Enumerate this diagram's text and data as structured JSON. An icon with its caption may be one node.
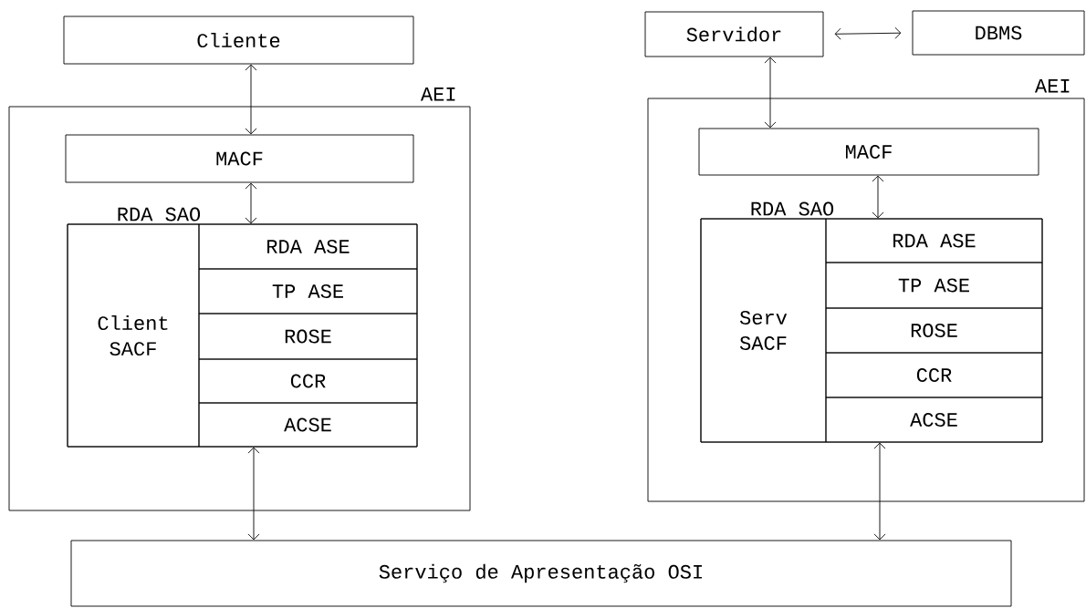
{
  "diagram": {
    "nodes": [
      {
        "text": [
          "Cliente"
        ]
      },
      {
        "text": [
          "AEI"
        ]
      },
      {
        "text": [
          "MACF"
        ],
        "in": 1
      },
      {
        "text": [
          "RDA SAO"
        ],
        "in": 1
      },
      {
        "text": [
          "Client SACF"
        ],
        "in": 3
      },
      {
        "text": [
          "RDA ASE"
        ],
        "in": 3
      },
      {
        "text": [
          "TP ASE"
        ],
        "in": 3
      },
      {
        "text": [
          "ROSE"
        ],
        "in": 3
      },
      {
        "text": [
          "CCR"
        ],
        "in": 3
      },
      {
        "text": [
          "ACSE"
        ],
        "in": 3
      },
      {
        "text": [
          "Servidor"
        ]
      },
      {
        "text": [
          "DBMS"
        ]
      },
      {
        "text": [
          "AEI"
        ]
      },
      {
        "text": [
          "MACF"
        ],
        "in": 12
      },
      {
        "text": [
          "RDA SAO"
        ],
        "in": 12
      },
      {
        "text": [
          "Serv SACF"
        ],
        "in": 14
      },
      {
        "text": [
          "RDA ASE"
        ],
        "in": 14
      },
      {
        "text": [
          "TP ASE"
        ],
        "in": 14
      },
      {
        "text": [
          "ROSE"
        ],
        "in": 14
      },
      {
        "text": [
          "CCR"
        ],
        "in": 14
      },
      {
        "text": [
          "ACSE"
        ],
        "in": 14
      },
      {
        "text": [
          "Serviço de Apresentação OSI"
        ]
      }
    ],
    "edges": [
      {
        "from": 0,
        "to": 2,
        "arrow": "both"
      },
      {
        "from": 2,
        "to": 3,
        "arrow": "both"
      },
      {
        "from": 9,
        "to": 21,
        "arrow": "both"
      },
      {
        "from": 10,
        "to": 11,
        "arrow": "both"
      },
      {
        "from": 10,
        "to": 13,
        "arrow": "both"
      },
      {
        "from": 13,
        "to": 14,
        "arrow": "both"
      },
      {
        "from": 20,
        "to": 21,
        "arrow": "both"
      }
    ]
  }
}
